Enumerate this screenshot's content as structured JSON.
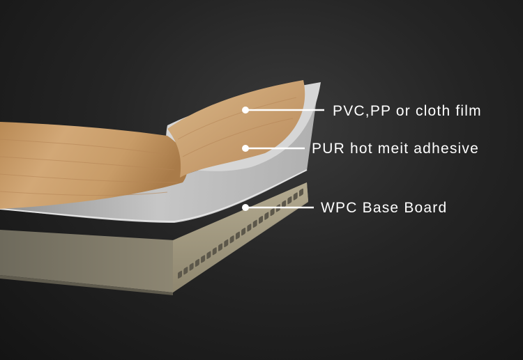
{
  "layers": {
    "film": {
      "label": "PVC,PP or cloth film"
    },
    "adhesive": {
      "label": "PUR hot meit adhesive"
    },
    "board": {
      "label": "WPC Base Board"
    }
  },
  "colors": {
    "background": "#1c1c1c",
    "wood": "#c9a06a",
    "adhesive": "#c8c8c8",
    "board": "#a69d84",
    "leader": "#ffffff"
  }
}
